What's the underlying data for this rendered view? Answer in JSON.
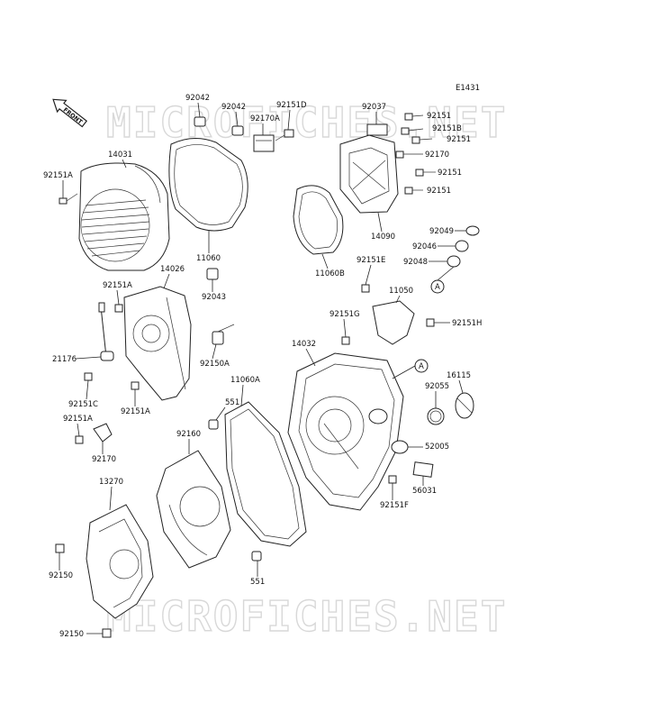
{
  "diagram_code": "E1431",
  "front_marker": "FRONT",
  "watermark": "MICROFICHES.NET",
  "callout_letter": "A",
  "labels": {
    "p92042_top": "92042",
    "p92042_b": "92042",
    "p92151D": "92151D",
    "p92170A": "92170A",
    "p92037": "92037",
    "p92151_a": "92151",
    "p92151B": "92151B",
    "p92151_b": "92151",
    "p92170": "92170",
    "p92151_c": "92151",
    "p92151_d": "92151",
    "p14031": "14031",
    "p92151A_top": "92151A",
    "p11060": "11060",
    "p14090": "14090",
    "p11060B": "11060B",
    "p92049": "92049",
    "p92046": "92046",
    "p92048": "92048",
    "p14026": "14026",
    "p92151A_mid": "92151A",
    "p92043": "92043",
    "p92151E": "92151E",
    "p11050": "11050",
    "p92151G": "92151G",
    "p92151H": "92151H",
    "p21176": "21176",
    "p92150A": "92150A",
    "p14032": "14032",
    "p11060A": "11060A",
    "p16115": "16115",
    "p92151C": "92151C",
    "p92151A_low": "92151A",
    "p92151A_left": "92151A",
    "p92055": "92055",
    "p551_top": "551",
    "p92160": "92160",
    "p92170_low": "92170",
    "p52005": "52005",
    "p13270": "13270",
    "p56031": "56031",
    "p92151F": "92151F",
    "p92150_mid": "92150",
    "p551_low": "551",
    "p92150_low": "92150"
  }
}
